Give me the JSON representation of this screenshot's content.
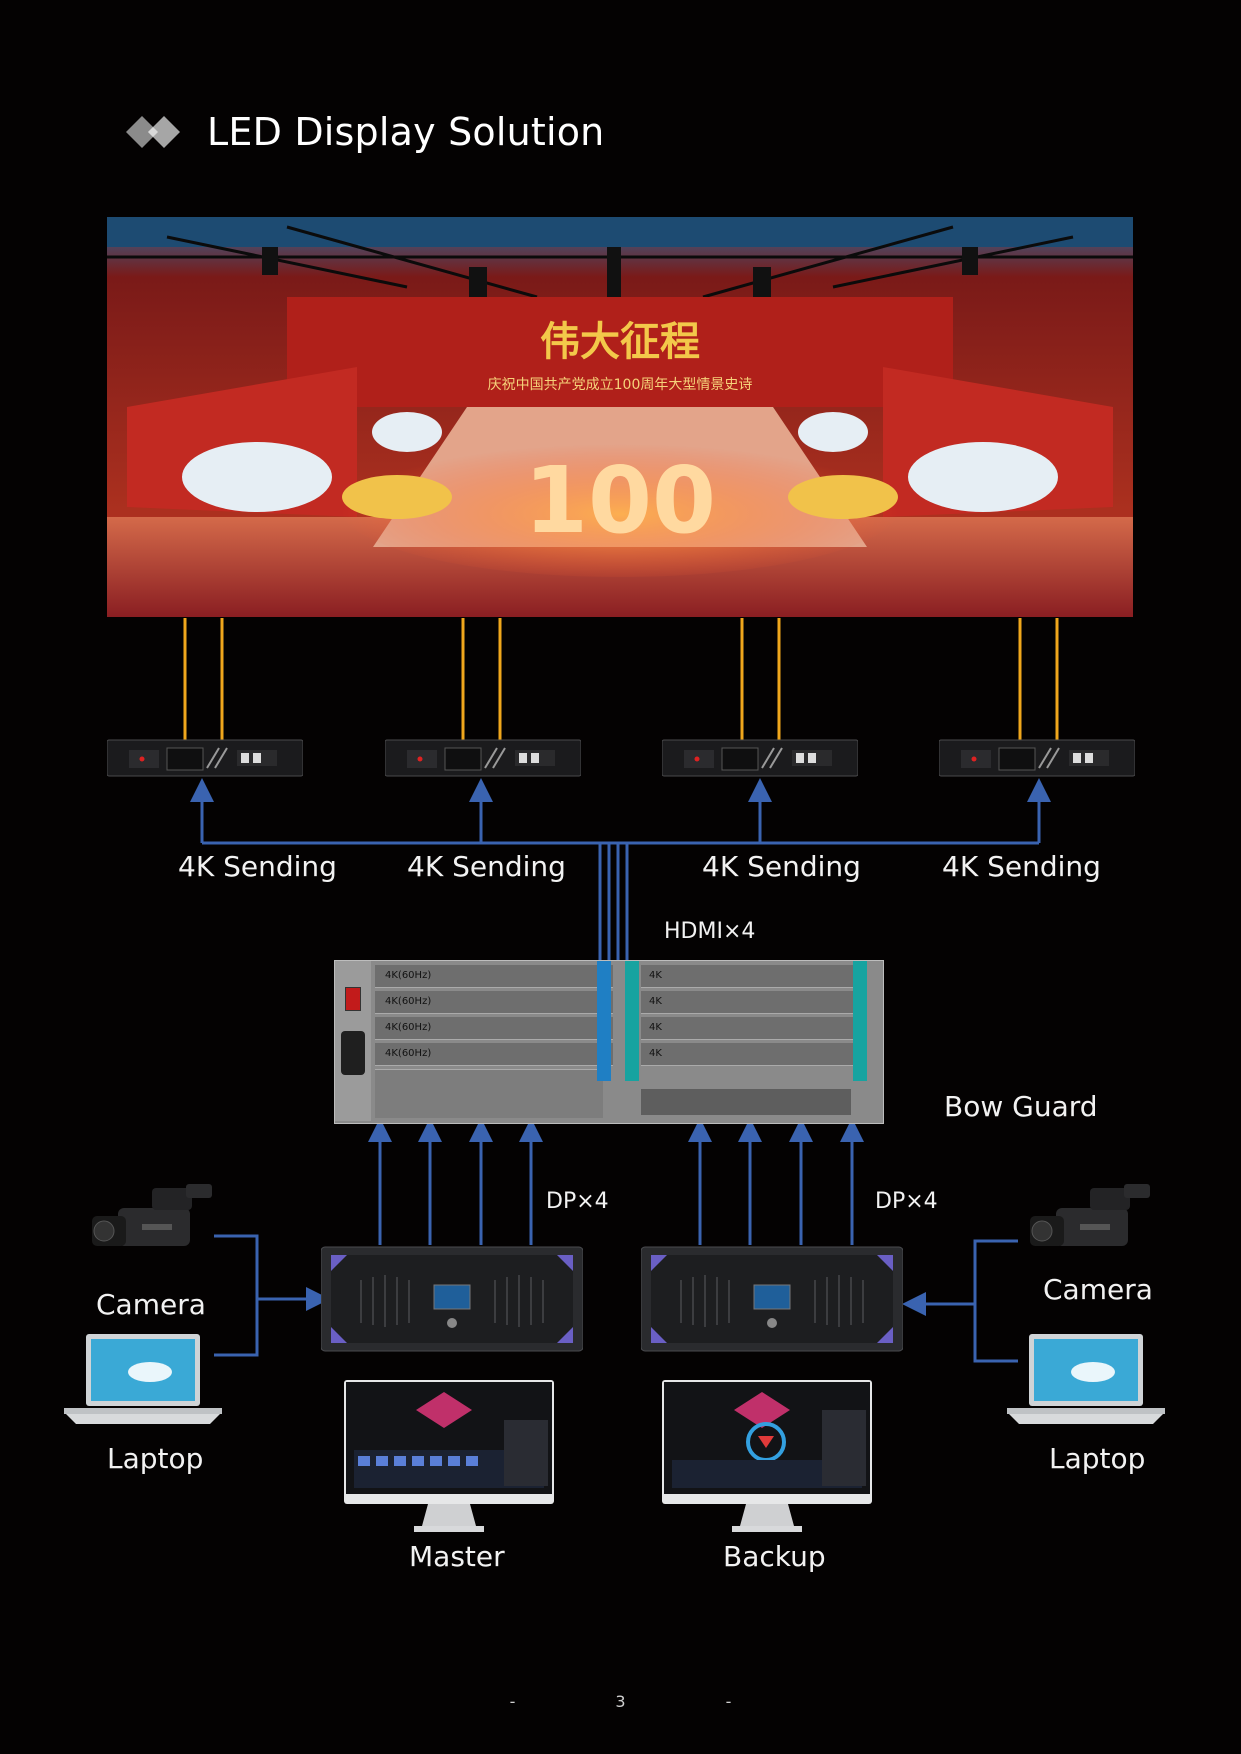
{
  "title": "LED Display Solution",
  "sending": {
    "label": "4K Sending"
  },
  "hdmi_label": "HDMI×4",
  "bow_guard_label": "Bow Guard",
  "dp_label": "DP×4",
  "camera_label": "Camera",
  "laptop_label": "Laptop",
  "master_label": "Master",
  "backup_label": "Backup",
  "rack": {
    "row_label": "4K(60Hz)",
    "right_row_label": "4K"
  },
  "stage": {
    "headline": "伟大征程",
    "subhead": "庆祝中国共产党成立100周年大型情景史诗",
    "floor_text": "100"
  },
  "page": {
    "dash": "-",
    "number": "3"
  },
  "colors": {
    "background": "#040202",
    "link_blue": "#3a63b0",
    "fiber_orange": "#f0a71c",
    "text": "#f2f2f2"
  }
}
